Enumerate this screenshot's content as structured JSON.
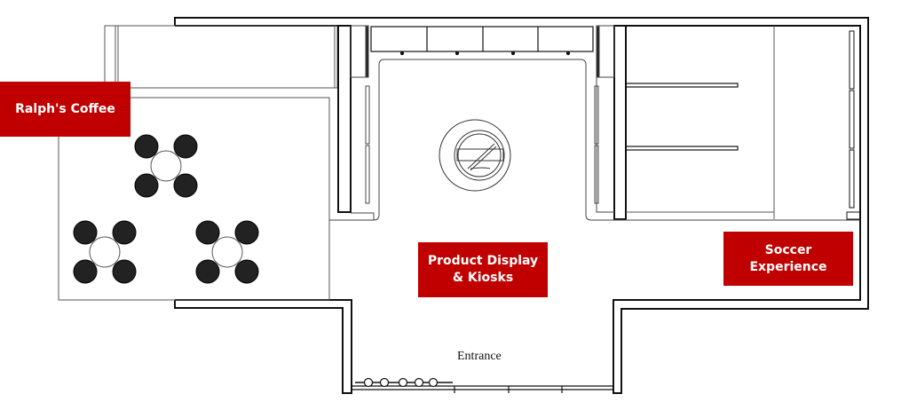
{
  "plan": {
    "zones": [
      {
        "name": "Ralph's Coffee"
      },
      {
        "name": "Product Display & Kiosks",
        "lines": [
          "Product Display",
          "& Kiosks"
        ]
      },
      {
        "name": "Soccer Experience",
        "lines": [
          "Soccer",
          "Experience"
        ]
      }
    ],
    "entrance_label": "Entrance",
    "accent_color": "#c00000",
    "tables": 3,
    "chairs_per_table": 4
  }
}
